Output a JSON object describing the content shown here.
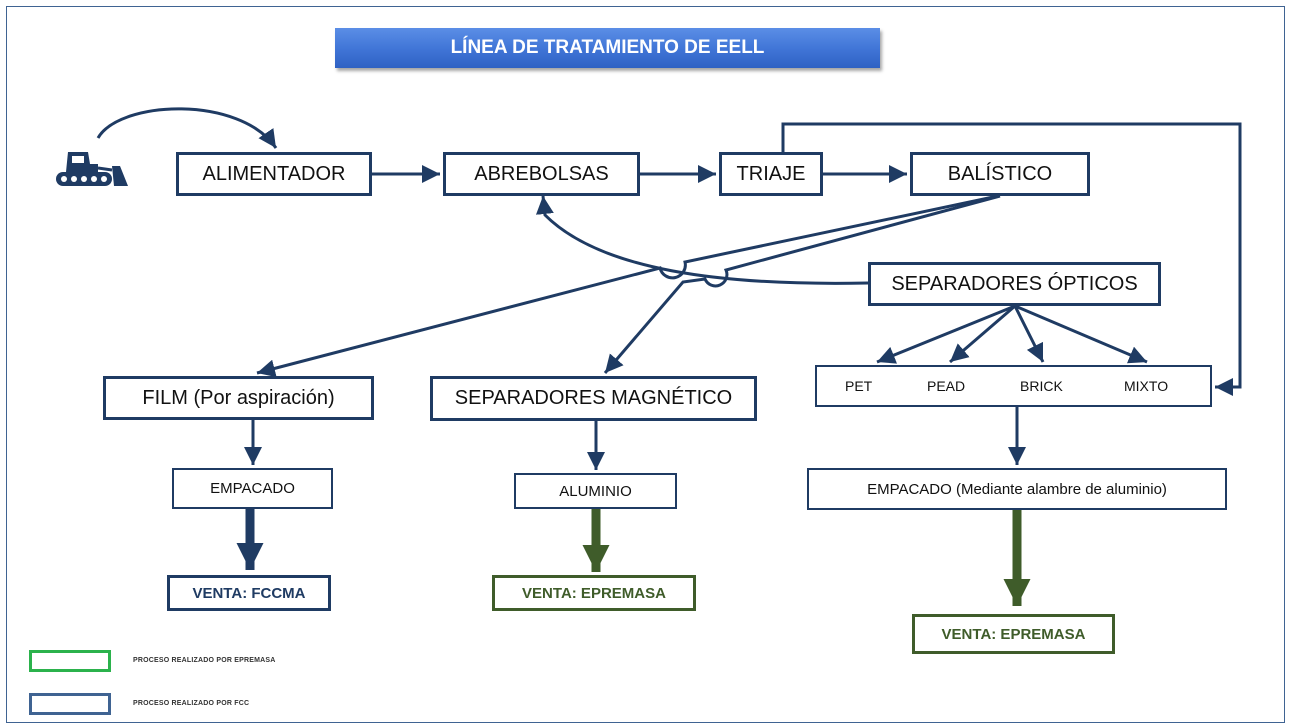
{
  "diagram": {
    "title": "LÍNEA DE TRATAMIENTO DE EELL",
    "nodes": {
      "alimentador": "ALIMENTADOR",
      "abrebolsas": "ABREBOLSAS",
      "triaje": "TRIAJE",
      "balistico": "BALÍSTICO",
      "separadores_opticos": "SEPARADORES ÓPTICOS",
      "film": "FILM (Por aspiración)",
      "separadores_magnetico": "SEPARADORES MAGNÉTICO",
      "materials": [
        "PET",
        "PEAD",
        "BRICK",
        "MIXTO"
      ],
      "empacado_film": "EMPACADO",
      "aluminio": "ALUMINIO",
      "empacado_alambre": "EMPACADO (Mediante alambre de aluminio)",
      "venta_fccma": "VENTA: FCCMA",
      "venta_epremasa_1": "VENTA: EPREMASA",
      "venta_epremasa_2": "VENTA: EPREMASA"
    },
    "icon": "bulldozer-icon"
  },
  "legend": {
    "items": [
      {
        "label": "PROCESO REALIZADO POR EPREMASA",
        "color": "#2bb24c"
      },
      {
        "label": "PROCESO REALIZADO POR FCC",
        "color": "#3f6392"
      }
    ]
  },
  "colors": {
    "navy": "#1f3b63",
    "green": "#3f5c2a",
    "title_banner": "#3f74d6"
  }
}
